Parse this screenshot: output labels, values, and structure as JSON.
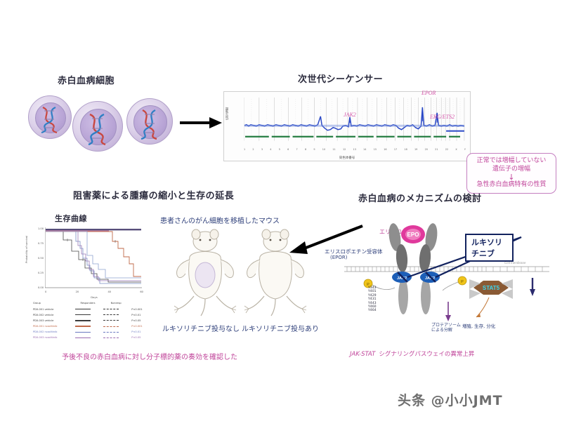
{
  "figure": {
    "panels": {
      "cells_label": "赤白血病細胞",
      "sequencer_label": "次世代シーケンサー",
      "left_section_title": "阻害薬による腫瘍の縮小と生存の延長",
      "right_section_title": "赤白血病のメカニズムの検討",
      "survival_title": "生存曲線",
      "mice_caption": "患者さんのがん細胞を移植したマウス",
      "bottom_caption": "予後不良の赤白血病に対し分子標的薬の奏効を確認した"
    },
    "callout": {
      "line1": "正常では増幅していない",
      "line2": "遺伝子の増幅",
      "arrow": "↓",
      "line3": "急性赤白血病特有の性質"
    },
    "sequencer_chart": {
      "ylabel": "信号強度",
      "xlabel": "染色体番号",
      "gene_labels": [
        "JAK2",
        "EPOR",
        "ERG/ETS2"
      ],
      "colors": {
        "signal": "#2b49c6",
        "lower_track": "#1f7a3d",
        "gene_text": "#d355a8"
      }
    },
    "survival_chart": {
      "ytick_labels": [
        "1.00",
        "0.75",
        "0.50",
        "0.25",
        "0.00"
      ],
      "xtick_labels": [
        "0",
        "20",
        "40",
        "60"
      ],
      "xlabel": "Days",
      "ylabel": "Probability of survival",
      "legend_headers": [
        "Group",
        "Responders",
        "Nonresp"
      ],
      "legend_rows": [
        {
          "name": "PDX-001 vehicle",
          "style": "solid",
          "color": "#3a3a3a",
          "stat": "P<0.001"
        },
        {
          "name": "PDX-002 vehicle",
          "style": "solid",
          "color": "#3a3a3a",
          "stat": "P<0.01"
        },
        {
          "name": "PDX-003 vehicle",
          "style": "solid",
          "color": "#3a3a3a",
          "stat": "P<0.05"
        },
        {
          "name": "PDX-001 ruxolitinib",
          "style": "solid",
          "color": "#c06a4a",
          "stat": "P<0.001"
        },
        {
          "name": "PDX-002 ruxolitinib",
          "style": "solid",
          "color": "#6a78c0",
          "stat": "P<0.01"
        },
        {
          "name": "PDX-003 ruxolitinib",
          "style": "solid",
          "color": "#9a6ab0",
          "stat": "P<0.05"
        }
      ]
    },
    "mice": {
      "left_label": "ルキソリチニブ投与なし",
      "right_label": "ルキソリチニブ投与あり"
    },
    "pathway": {
      "epo_ligand_label": "エリスロポエチン",
      "epo_badge": "EPO",
      "receptor_label": "エリスロポエチン受容体",
      "receptor_sub": "(EPOR)",
      "drug_label": "ルキソリチニブ",
      "membrane_label": "Cell membrane",
      "kinase_left": "JAK2",
      "kinase_right": "JAK2",
      "phospho_sites": [
        "Y343",
        "Y401",
        "Y429",
        "Y431",
        "Y443",
        "Y460",
        "Y464"
      ],
      "stat_label": "STAT5",
      "stat_note": "増殖, 生存, 分化",
      "proteasome_label": "プロテアソーム",
      "proteasome_sub": "による分解",
      "pathway_caption_pink": "JAK-STAT",
      "pathway_caption_blue": "シグナリングパスウェイの異常上昇"
    },
    "watermark": "头条 @小小JMT",
    "colors": {
      "cell_fill": "#c9b9dd",
      "dna_red": "#c9473f",
      "dna_blue": "#2f7fc4",
      "blue_text": "#2e3f7a",
      "pink_text": "#c0449a",
      "dark_navy": "#12225e"
    }
  }
}
